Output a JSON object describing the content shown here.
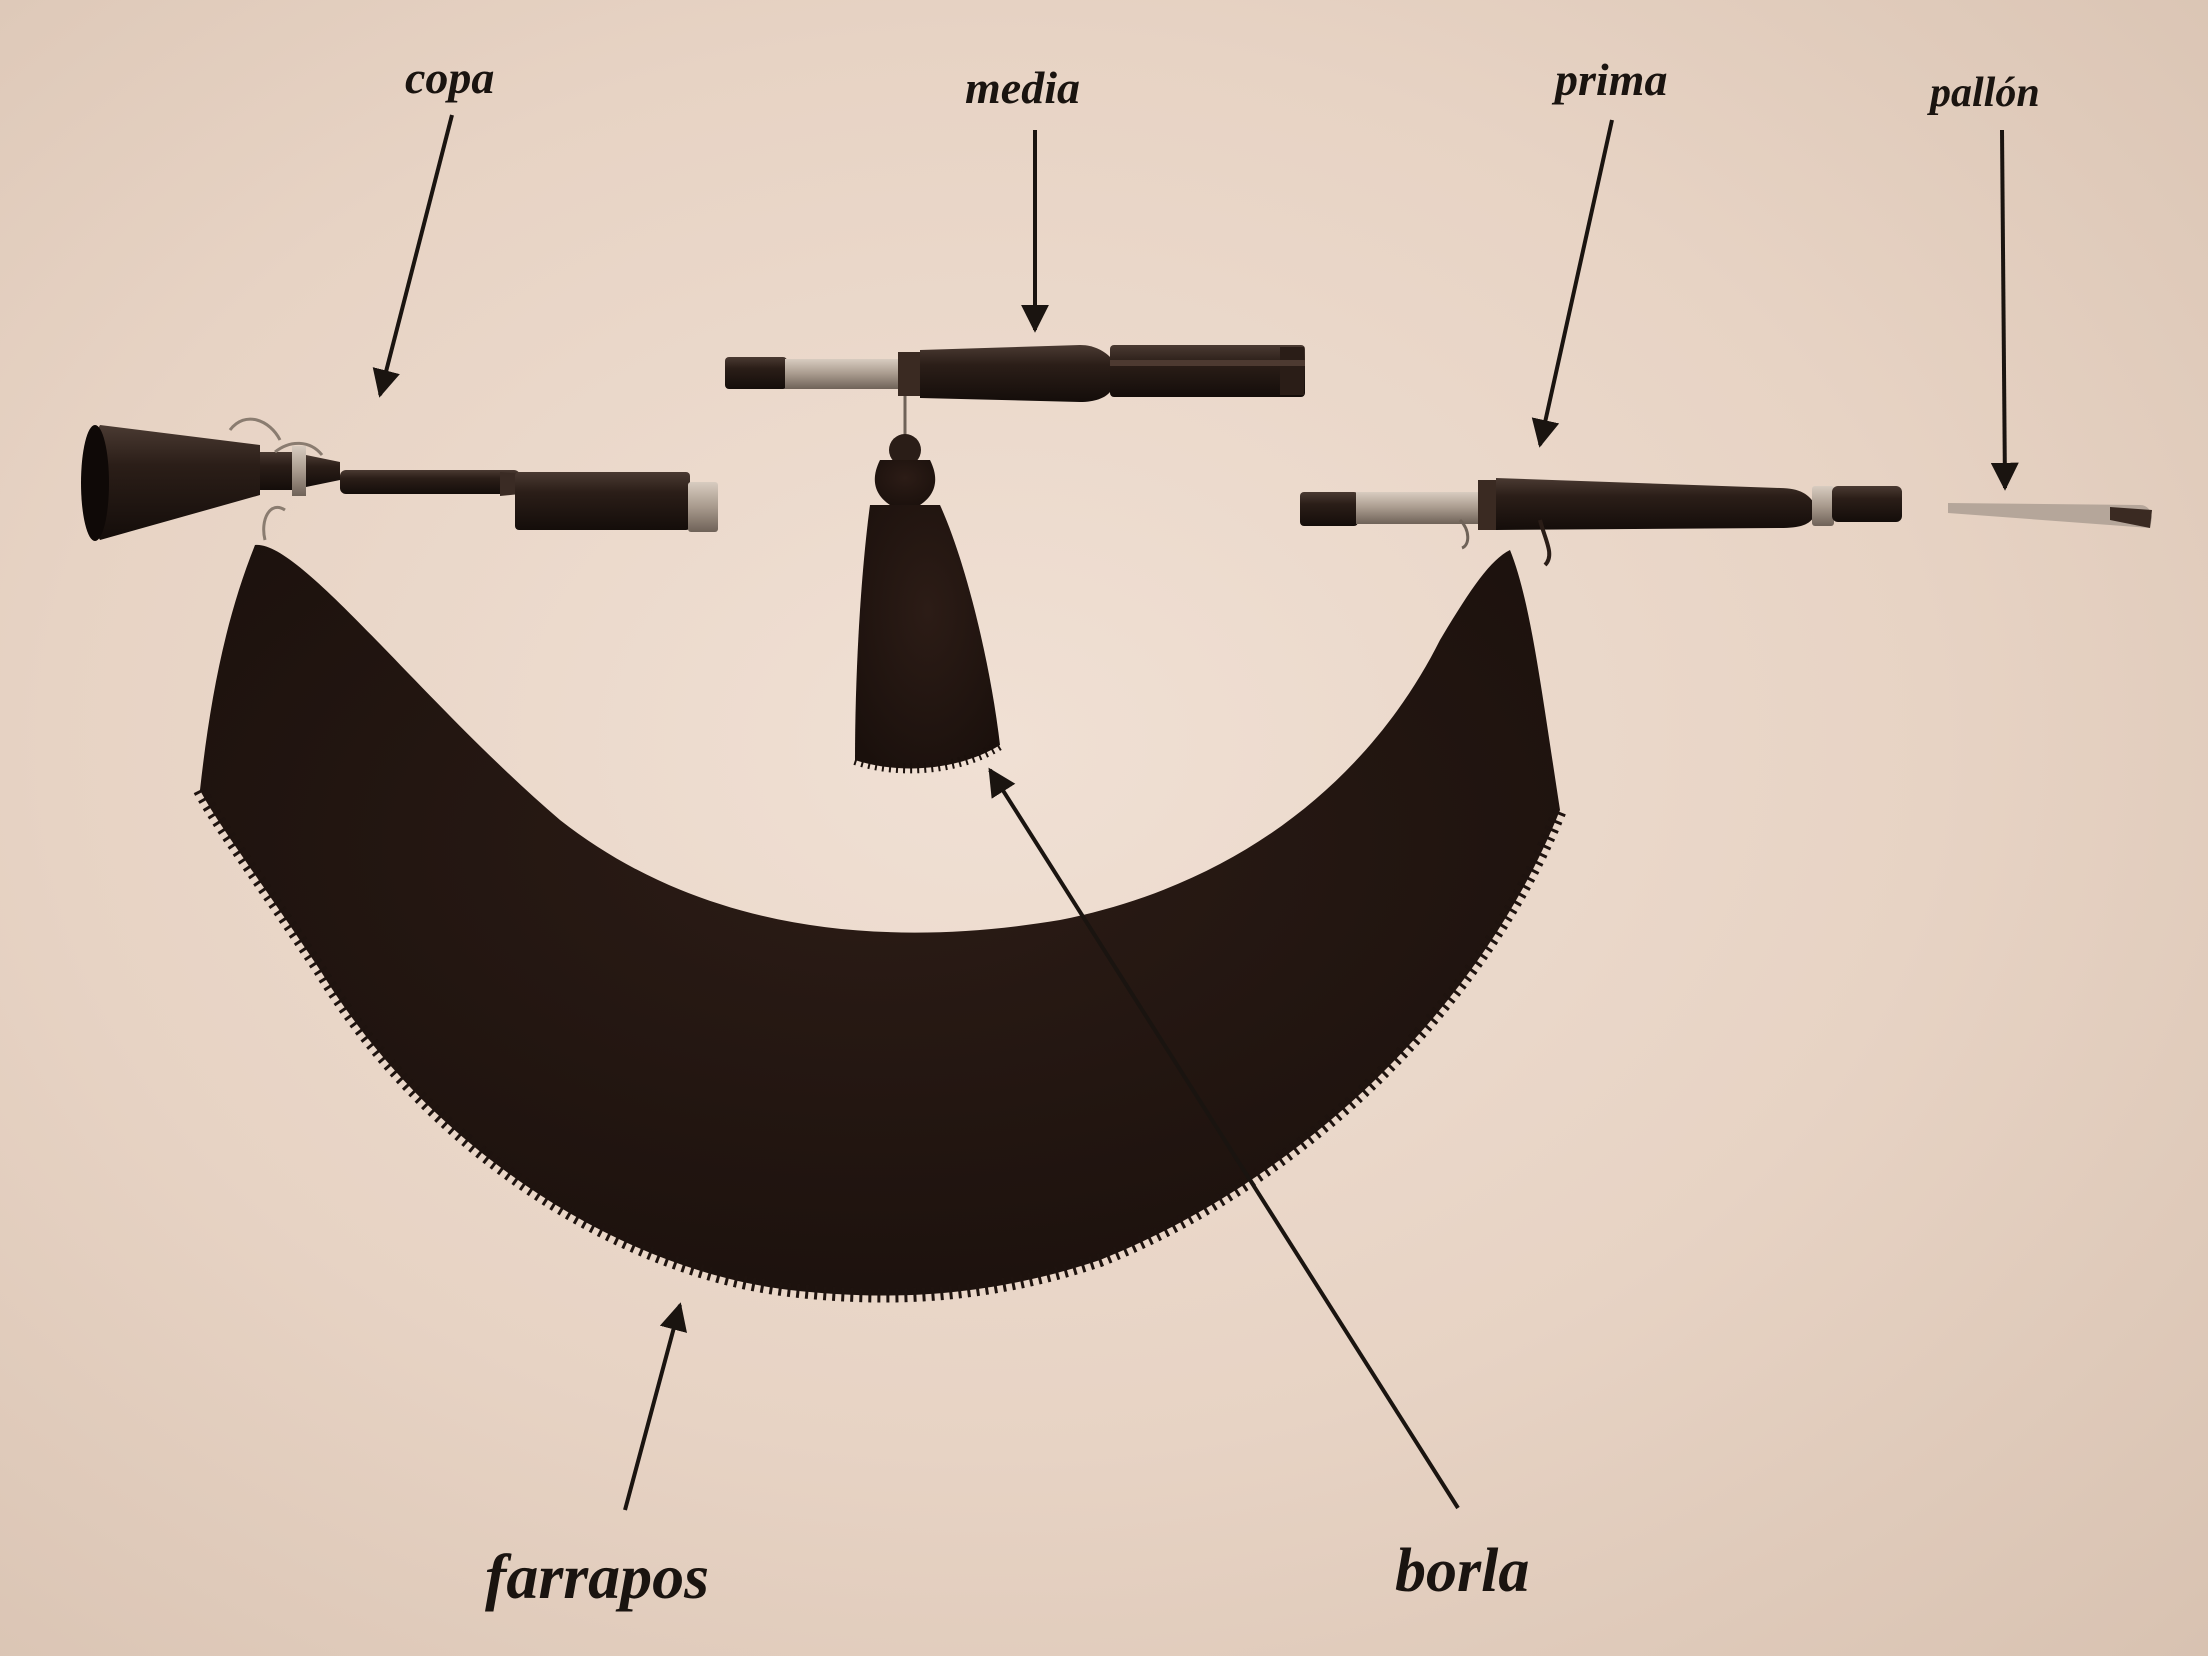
{
  "labels": {
    "copa": "copa",
    "media": "media",
    "prima": "prima",
    "pallon": "pallón",
    "farrapos": "farrapos",
    "borla": "borla"
  },
  "colors": {
    "background": "#e8d6c8",
    "ink": "#1a1410",
    "wood": "#2a1d17",
    "metal": "#b8ab9e",
    "fringe": "#241713"
  }
}
